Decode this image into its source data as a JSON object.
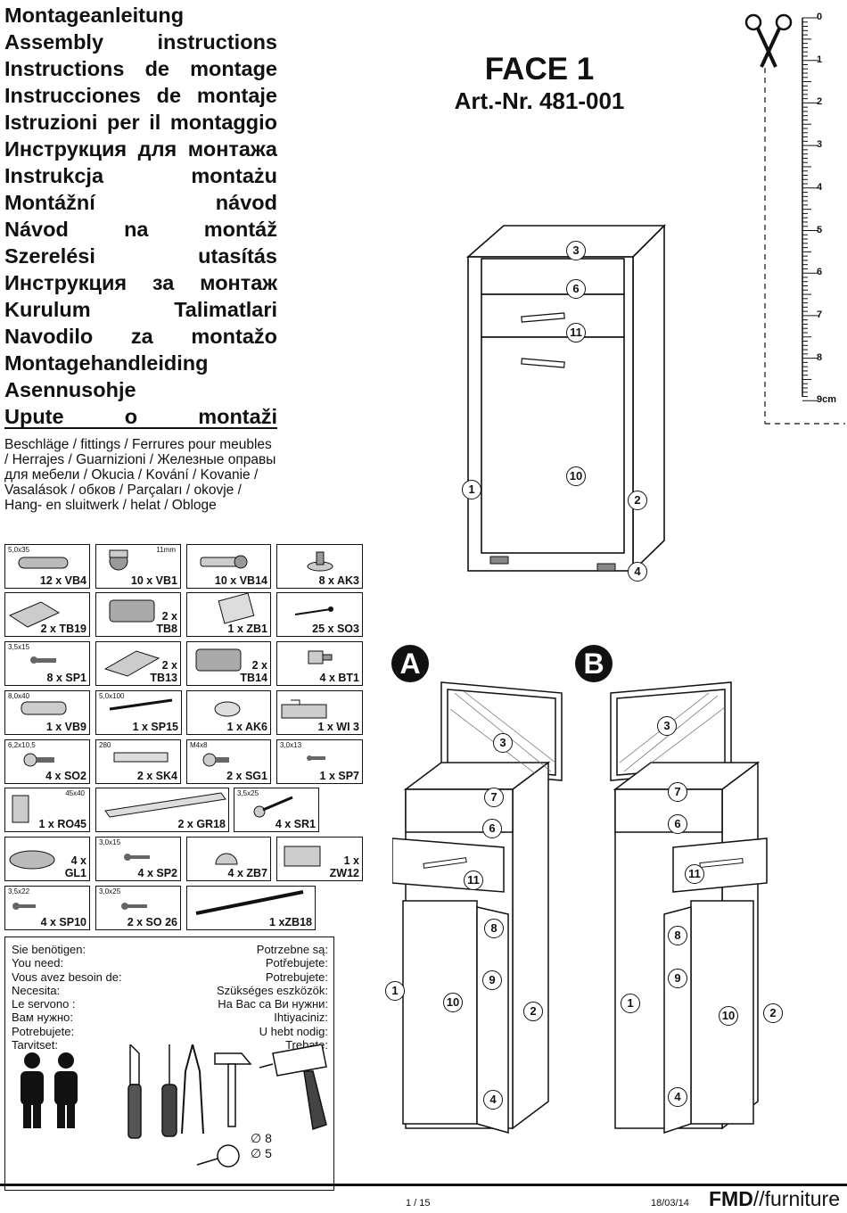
{
  "titles": [
    "Montageanleitung",
    "Assembly instructions",
    "Instructions de montage",
    "Instrucciones de montaje",
    "Istruzioni per il montaggio",
    "Инструкция для монтажа",
    "Instrukcja montażu",
    "Montážní návod",
    "Návod na montáž",
    "Szerelési utasítás",
    "Инструкция за монтаж",
    "Kurulum Talimatlari",
    "Navodilo za montažo",
    "Montagehandleiding",
    "Asennusohje",
    "Upute o montaži"
  ],
  "fittings_title": "Beschläge / fittings / Ferrures pour meubles / Herrajes / Guarnizioni / Железные оправы для мебели / Okucia / Kování / Kovanie / Vasalások / обков / Parçaları / okovje / Hang- en sluitwerk / helat / Obloge",
  "product": {
    "model": "FACE 1",
    "article": "Art.-Nr. 481-001"
  },
  "ruler": {
    "labels": [
      "0",
      "1",
      "2",
      "3",
      "4",
      "5",
      "6",
      "7",
      "8",
      "9cm"
    ]
  },
  "cabinet_labels": [
    "3",
    "6",
    "11",
    "10",
    "1",
    "2",
    "4"
  ],
  "variants": {
    "A": {
      "letter": "A",
      "labels": [
        "3",
        "7",
        "6",
        "11",
        "8",
        "9",
        "1",
        "10",
        "2",
        "4"
      ]
    },
    "B": {
      "letter": "B",
      "labels": [
        "3",
        "7",
        "6",
        "11",
        "8",
        "9",
        "1",
        "10",
        "2",
        "4"
      ]
    }
  },
  "parts": [
    {
      "dim": "5,0x35",
      "label": "12 x VB4"
    },
    {
      "dim": "11mm",
      "label": "10 x VB1"
    },
    {
      "dim": "",
      "label": "10 x VB14"
    },
    {
      "dim": "",
      "label": "8 x AK3"
    },
    {
      "dim": "",
      "label": "2 x TB19"
    },
    {
      "dim": "",
      "label": "2 x\nTB8"
    },
    {
      "dim": "",
      "label": "1 x ZB1"
    },
    {
      "dim": "",
      "label": "25 x SO3"
    },
    {
      "dim": "3,5x15",
      "label": "8 x SP1"
    },
    {
      "dim": "",
      "label": "2 x\nTB13"
    },
    {
      "dim": "",
      "label": "2 x\nTB14"
    },
    {
      "dim": "",
      "label": "4 x BT1"
    },
    {
      "dim": "8,0x40",
      "label": "1 x VB9"
    },
    {
      "dim": "5,0x100",
      "label": "1 x SP15"
    },
    {
      "dim": "",
      "label": "1 x AK6"
    },
    {
      "dim": "",
      "label": "1 x WI 3"
    },
    {
      "dim": "6,2x10,5",
      "label": "4 x SO2"
    },
    {
      "dim": "280",
      "label": "2 x SK4"
    },
    {
      "dim": "M4x8",
      "label": "2 x SG1"
    },
    {
      "dim": "3,0x13",
      "label": "1 x SP7"
    },
    {
      "dim": "45x40",
      "label": "1 x RO45"
    },
    {
      "dim": "",
      "label": "2 x GR18"
    },
    {
      "dim": "3,5x25",
      "label": "4 x SR1"
    },
    {
      "dim": "",
      "label": "4 x\nGL1"
    },
    {
      "dim": "3,0x15",
      "label": "4 x SP2"
    },
    {
      "dim": "",
      "label": "4 x ZB7"
    },
    {
      "dim": "",
      "label": "1 x\nZW12"
    },
    {
      "dim": "3,5x22",
      "label": "4 x SP10"
    },
    {
      "dim": "3,0x25",
      "label": "2 x SO 26"
    },
    {
      "dim": "",
      "label": "1 xZB18"
    }
  ],
  "needs_left": [
    "Sie benötigen:",
    "You need:",
    "Vous avez besoin de:",
    "Necesita:",
    "Le servono :",
    "Вам нужно:",
    "Potrebujete:",
    "Tarvitset:"
  ],
  "needs_right": [
    "Potrzebne są:",
    "Potřebujete:",
    "Potrebujete:",
    "Szükséges eszközök:",
    "На Вас са Ви нужни:",
    "Ihtiyaciniz:",
    "U hebt nodig:",
    "Trebate:"
  ],
  "drill_sizes": [
    "∅ 8",
    "∅ 5"
  ],
  "footer": {
    "page": "1 / 15",
    "date": "18/03/14",
    "brand_bold": "FMD",
    "brand_rest": "//furniture"
  }
}
